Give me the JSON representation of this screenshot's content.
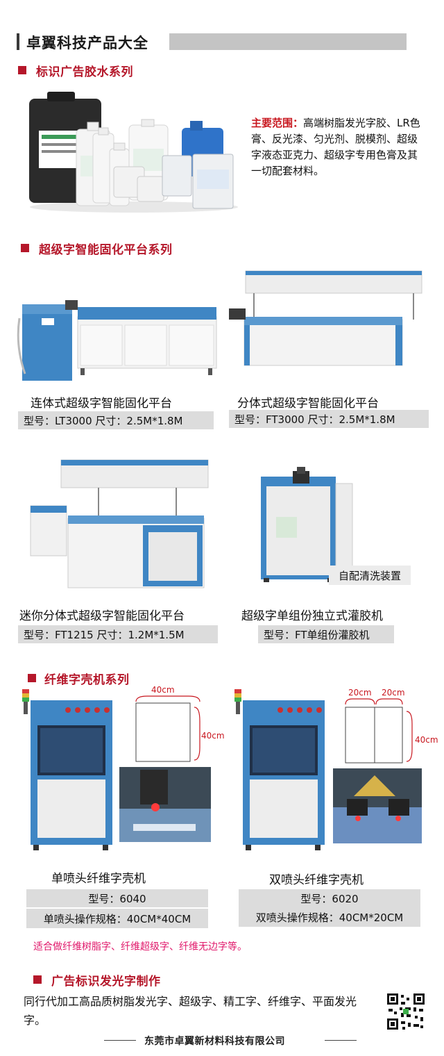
{
  "header": {
    "title": "卓翼科技产品大全"
  },
  "sections": {
    "glue": {
      "title": "标识广告胶水系列",
      "scope_label": "主要范围：",
      "scope_text": "高端树脂发光字胶、LR色膏、反光漆、匀光剂、脱模剂、超级字液态亚克力、超级字专用色膏及其一切配套材料。"
    },
    "curing": {
      "title": "超级字智能固化平台系列",
      "items": [
        {
          "name": "连体式超级字智能固化平台",
          "spec": "型号：LT3000    尺寸：2.5M*1.8M"
        },
        {
          "name": "分体式超级字智能固化平台",
          "spec": "型号：FT3000    尺寸：2.5M*1.8M"
        },
        {
          "name": "迷你分体式超级字智能固化平台",
          "spec": "型号：FT1215    尺寸：1.2M*1.5M"
        },
        {
          "name": "超级字单组份独立式灌胶机",
          "spec": "型号：FT单组份灌胶机",
          "tag": "自配清洗装置"
        }
      ]
    },
    "fiber": {
      "title": "纤维字壳机系列",
      "single": {
        "name": "单喷头纤维字壳机",
        "model": "型号：6040",
        "spec": "单喷头操作规格：40CM*40CM",
        "dim_w": "40cm",
        "dim_h": "40cm"
      },
      "double": {
        "name": "双喷头纤维字壳机",
        "model": "型号：6020",
        "spec": "双喷头操作规格：40CM*20CM",
        "dim_w1": "20cm",
        "dim_w2": "20cm",
        "dim_h": "40cm"
      },
      "note": "适合做纤维树脂字、纤维超级字、纤维无边字等。"
    },
    "sign": {
      "title": "广告标识发光字制作",
      "text": "同行代加工高品质树脂发光字、超级字、精工字、纤维字、平面发光字。"
    }
  },
  "footer": {
    "company": "东莞市卓翼新材料科技有限公司"
  },
  "colors": {
    "accent": "#b5172a",
    "machine_blue": "#3f86c4",
    "label_grey": "#dcdcdc"
  }
}
